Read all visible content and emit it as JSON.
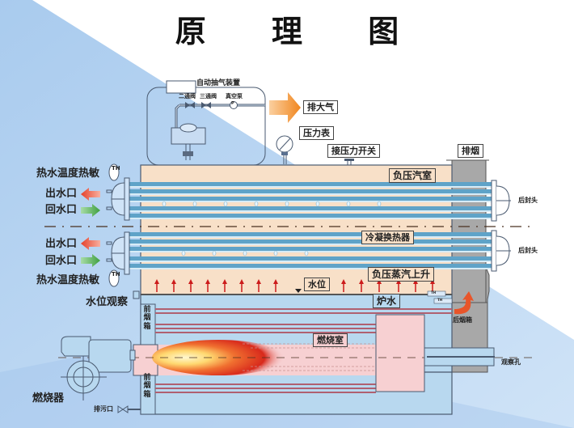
{
  "title": "原 理 图",
  "colors": {
    "background_blue": "#b9d6f2",
    "background_light": "#cfe3f7",
    "steam_chamber": "#f8e0c8",
    "water": "#b8d8ef",
    "tube_blue": "#5fa3c8",
    "tube_light": "#d7ecf7",
    "combustion_chamber": "#f7d0d2",
    "flue_tube": "#b06070",
    "chimney_gray": "#a8a8a8",
    "out_arrow": "#e8553a",
    "in_arrow": "#4aa84a",
    "exhaust_arrow": "#f08a2a",
    "steam_arrow": "#cc1b1b"
  },
  "top_device": {
    "auto_exhaust": "自动抽气装置",
    "two_way_valve": "二通阀",
    "three_way_valve": "三通阀",
    "vacuum_pump": "真空泵",
    "pump_symbol": "P",
    "exhaust_to_air": "排大气"
  },
  "gauges": {
    "pressure_gauge": "压力表",
    "pressure_switch": "接压力开关",
    "chimney": "排烟"
  },
  "left_side": {
    "temp_sensor_top": "热水温度热敏",
    "temp_sensor_bottom": "热水温度热敏",
    "sensor_symbol": "TH",
    "outlet_1": "出水口",
    "return_1": "回水口",
    "outlet_2": "出水口",
    "return_2": "回水口",
    "level_observe": "水位观察",
    "burner": "燃烧器",
    "drain": "排污口"
  },
  "inner": {
    "vacuum_steam_chamber": "负压汽室",
    "condenser": "冷凝换热器",
    "steam_rising": "负压蒸汽上升",
    "water_level": "水位",
    "boiler_water": "炉水",
    "combustion_chamber": "燃烧室",
    "front_smoke_box_top": "前烟箱",
    "front_smoke_box_bottom": "前烟箱",
    "th_top": "TH",
    "th_bottom": "TH"
  },
  "right_side": {
    "rear_head_1": "后封头",
    "rear_head_2": "后封头",
    "rear_smoke_box": "后烟箱",
    "observation_hole": "观察孔"
  }
}
